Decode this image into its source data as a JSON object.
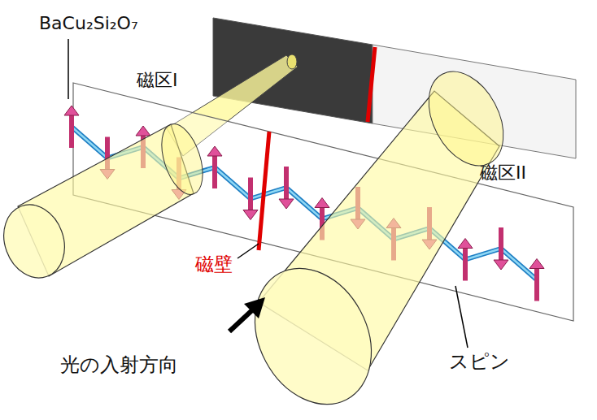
{
  "diagram": {
    "labels": [
      "BaCu₂Si₂O₇",
      "磁区I",
      "磁区II",
      "磁壁",
      "光の入射方向",
      "スピン"
    ]
  }
}
